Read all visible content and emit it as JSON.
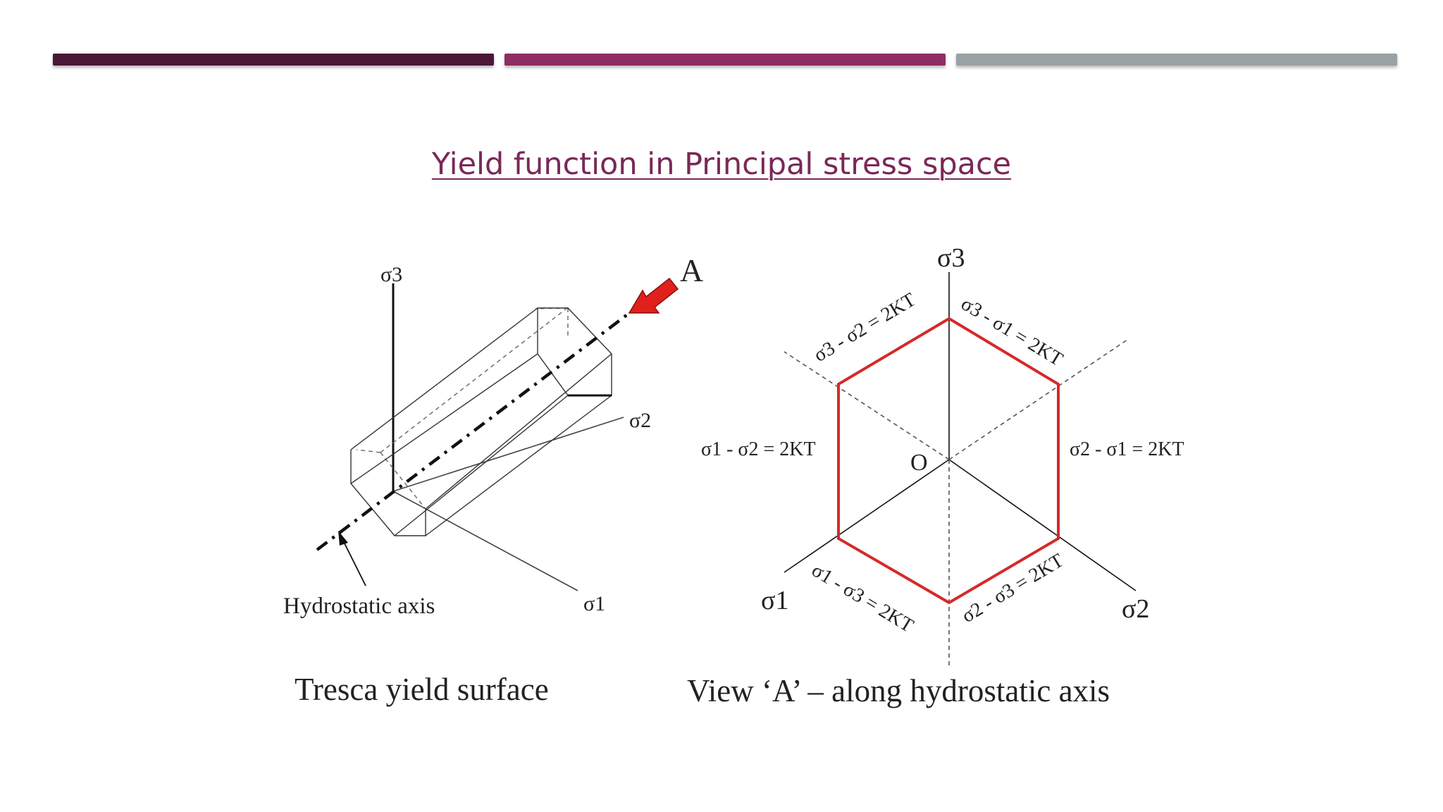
{
  "slide": {
    "title": "Yield function in Principal stress space"
  },
  "left_figure": {
    "caption": "Tresca yield surface",
    "axis_sigma3": "σ3",
    "axis_sigma2": "σ2",
    "axis_sigma1": "σ1",
    "hydrostatic_label": "Hydrostatic axis",
    "view_marker": "A"
  },
  "right_figure": {
    "caption": "View ‘A’ – along hydrostatic axis",
    "axis_sigma3": "σ3",
    "axis_sigma1": "σ1",
    "axis_sigma2": "σ2",
    "origin": "O",
    "edge_top_left": "σ3 - σ2 = 2KT",
    "edge_top_right": "σ3 - σ1 = 2KT",
    "edge_left": "σ1 - σ2 = 2KT",
    "edge_right": "σ2 - σ1 = 2KT",
    "edge_bottom_left": "σ1 - σ3 = 2KT",
    "edge_bottom_right": "σ2 - σ3 = 2KT"
  },
  "colors": {
    "accent_dark": "#4a1737",
    "accent_mid": "#8e2c64",
    "accent_grey": "#9aa1a5",
    "hexagon": "#d42a2a",
    "arrow": "#e0201b"
  }
}
